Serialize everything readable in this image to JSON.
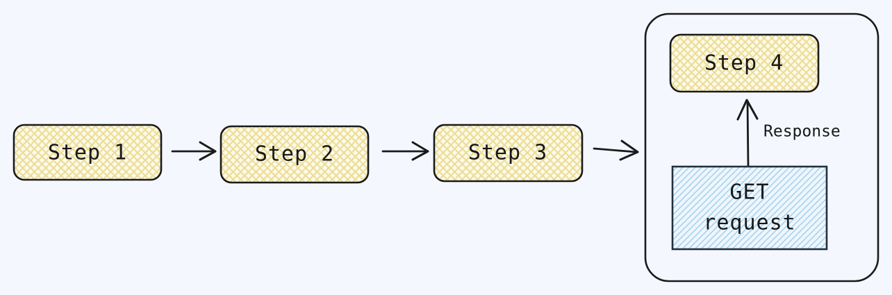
{
  "diagram": {
    "type": "flowchart",
    "direction": "left-to-right",
    "background_color": "#f4f7fe",
    "nodes": [
      {
        "id": "step1",
        "label": "Step 1",
        "shape": "rounded-rectangle",
        "fill": "#fdf8e1",
        "pattern": "cross-hatch",
        "pattern_color": "#e8d98a",
        "stroke": "#1a1a1a"
      },
      {
        "id": "step2",
        "label": "Step 2",
        "shape": "rounded-rectangle",
        "fill": "#fdf8e1",
        "pattern": "cross-hatch",
        "pattern_color": "#e8d98a",
        "stroke": "#1a1a1a"
      },
      {
        "id": "step3",
        "label": "Step 3",
        "shape": "rounded-rectangle",
        "fill": "#fdf8e1",
        "pattern": "cross-hatch",
        "pattern_color": "#e8d98a",
        "stroke": "#1a1a1a"
      },
      {
        "id": "step4",
        "label": "Step 4",
        "shape": "rounded-rectangle",
        "fill": "#fdf8e1",
        "pattern": "cross-hatch",
        "pattern_color": "#e8d98a",
        "stroke": "#1a1a1a"
      },
      {
        "id": "get_request",
        "label_line1": "GET",
        "label_line2": "request",
        "shape": "rectangle",
        "fill": "#eaf4fc",
        "pattern": "diagonal-hatch",
        "pattern_color": "#8fc2e8",
        "stroke": "#23303e"
      }
    ],
    "container": {
      "id": "subgraph",
      "label": "",
      "shape": "rounded-rectangle",
      "fill": "none",
      "stroke": "#1a1a1a"
    },
    "edges": [
      {
        "from": "step1",
        "to": "step2",
        "label": "",
        "style": "arrow"
      },
      {
        "from": "step2",
        "to": "step3",
        "label": "",
        "style": "arrow"
      },
      {
        "from": "step3",
        "to": "subgraph",
        "label": "",
        "style": "arrow"
      },
      {
        "from": "get_request",
        "to": "step4",
        "label": "Response",
        "style": "arrow"
      }
    ]
  }
}
